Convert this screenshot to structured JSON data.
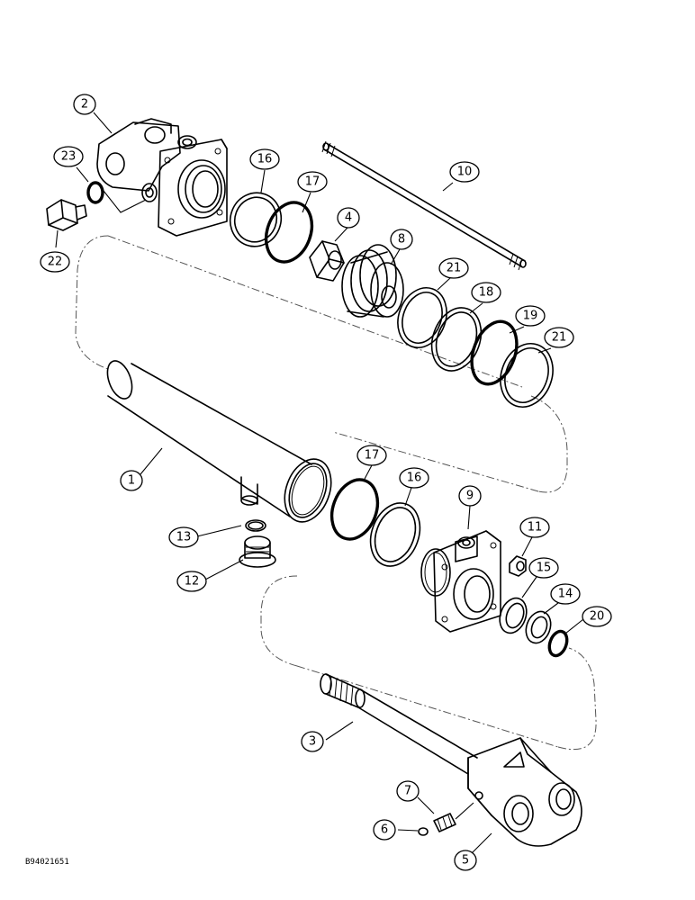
{
  "figure_code": "B94021651",
  "parts": [
    {
      "id": "part-1",
      "label": "1"
    },
    {
      "id": "part-2",
      "label": "2"
    },
    {
      "id": "part-3",
      "label": "3"
    },
    {
      "id": "part-4",
      "label": "4"
    },
    {
      "id": "part-5",
      "label": "5"
    },
    {
      "id": "part-6",
      "label": "6"
    },
    {
      "id": "part-7",
      "label": "7"
    },
    {
      "id": "part-8",
      "label": "8"
    },
    {
      "id": "part-9",
      "label": "9"
    },
    {
      "id": "part-10",
      "label": "10"
    },
    {
      "id": "part-11",
      "label": "11"
    },
    {
      "id": "part-12",
      "label": "12"
    },
    {
      "id": "part-13",
      "label": "13"
    },
    {
      "id": "part-14",
      "label": "14"
    },
    {
      "id": "part-15",
      "label": "15"
    },
    {
      "id": "part-16a",
      "label": "16"
    },
    {
      "id": "part-16b",
      "label": "16"
    },
    {
      "id": "part-17a",
      "label": "17"
    },
    {
      "id": "part-17b",
      "label": "17"
    },
    {
      "id": "part-18",
      "label": "18"
    },
    {
      "id": "part-19",
      "label": "19"
    },
    {
      "id": "part-20",
      "label": "20"
    },
    {
      "id": "part-21a",
      "label": "21"
    },
    {
      "id": "part-21b",
      "label": "21"
    },
    {
      "id": "part-22",
      "label": "22"
    },
    {
      "id": "part-23",
      "label": "23"
    }
  ]
}
